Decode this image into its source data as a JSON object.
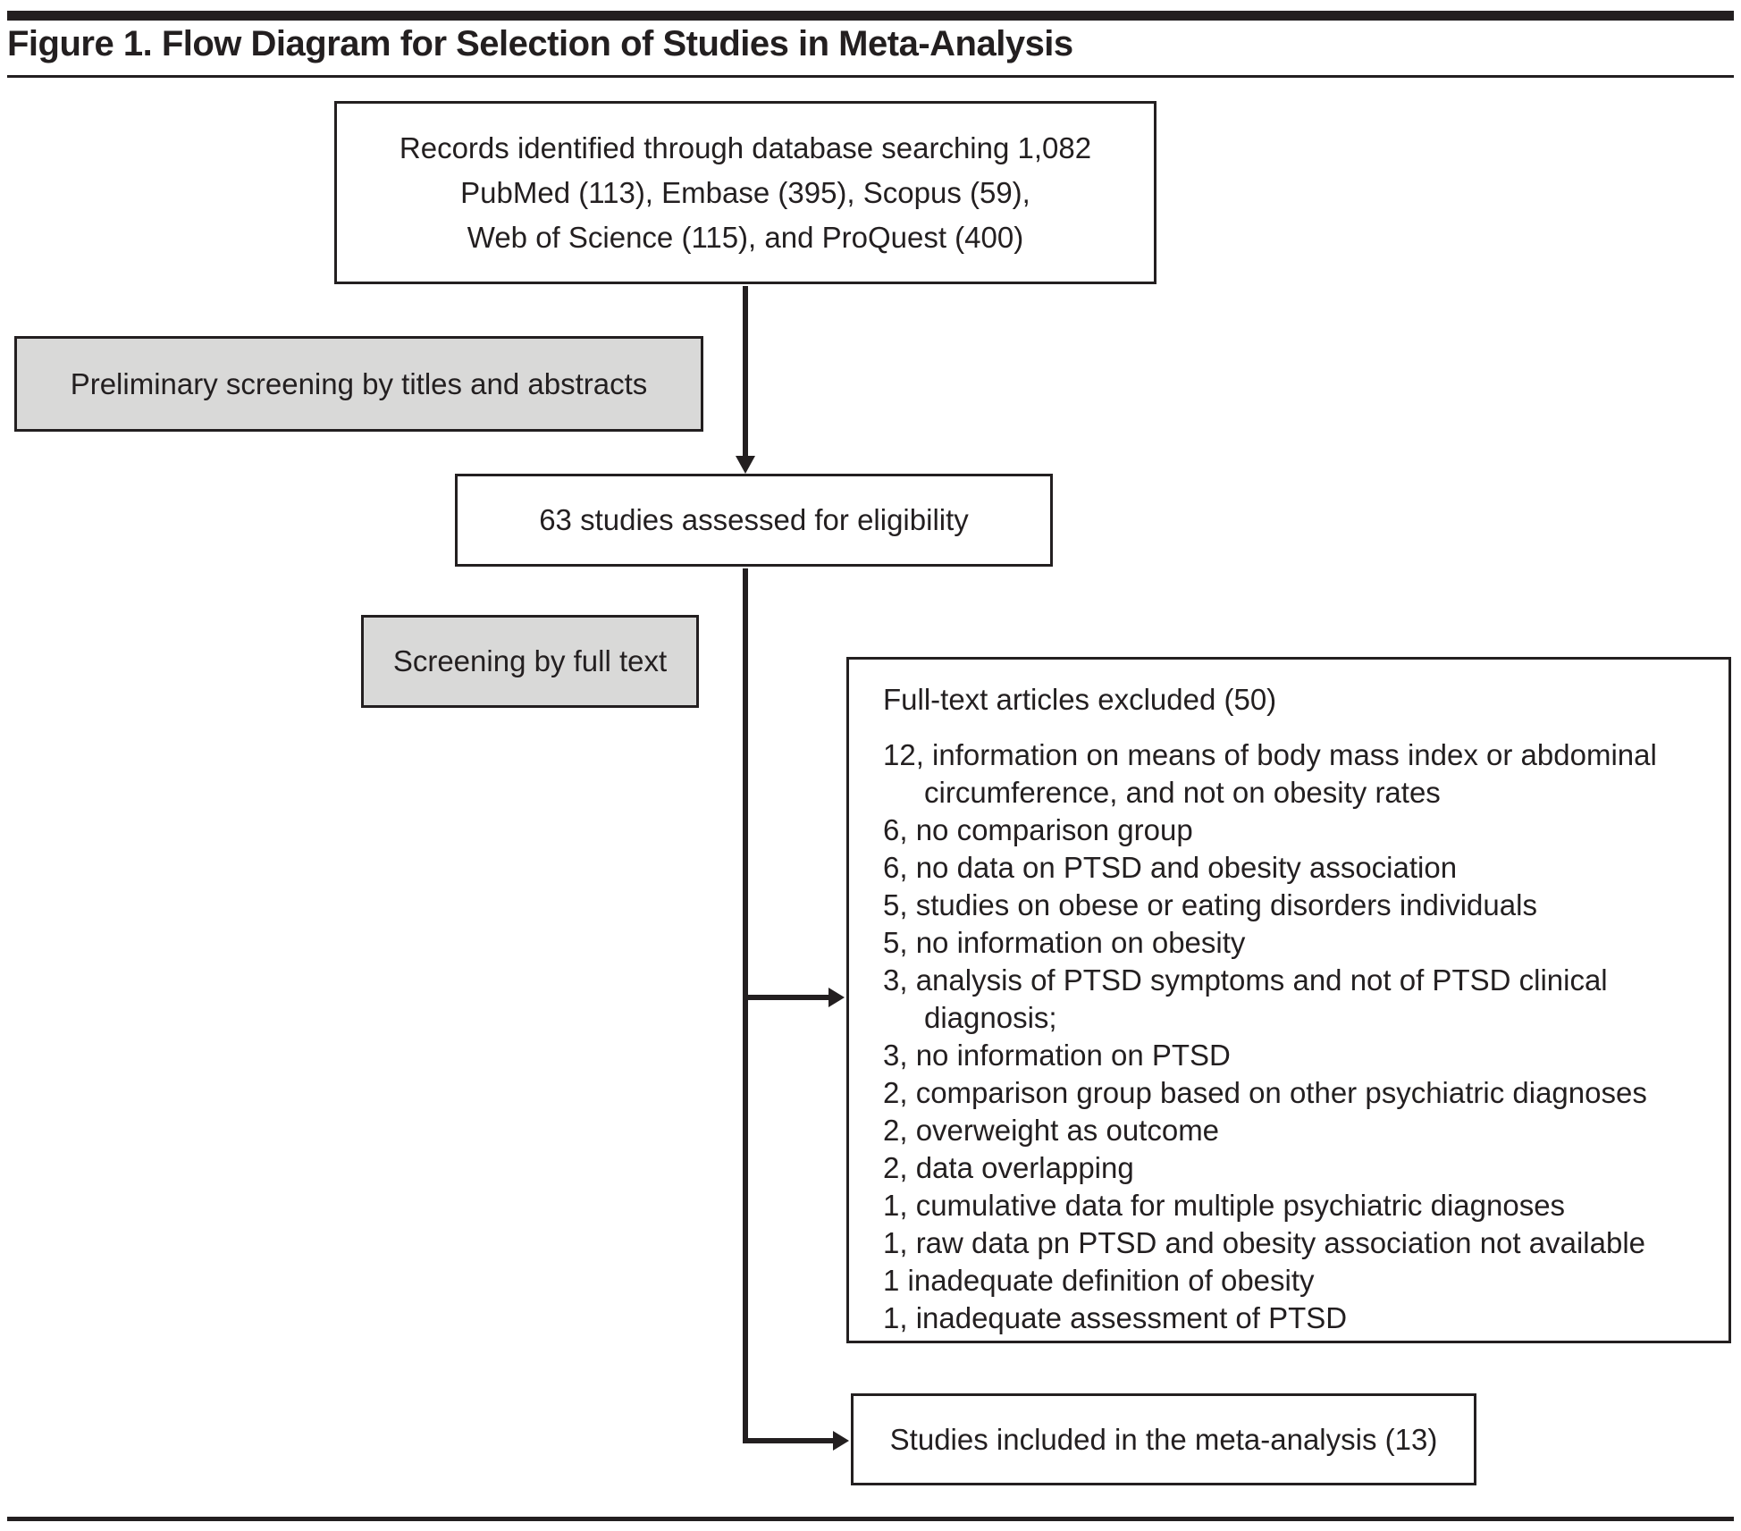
{
  "figure": {
    "title": "Figure 1. Flow Diagram for Selection of Studies in Meta-Analysis"
  },
  "colors": {
    "ink": "#231f20",
    "screening_box_fill": "#d9d9d8",
    "node_box_fill": "#ffffff"
  },
  "nodes": {
    "records": {
      "lines": [
        "Records identified through database searching 1,082",
        "PubMed (113), Embase (395), Scopus (59),",
        "Web of Science (115), and ProQuest (400)"
      ]
    },
    "preliminary_screening": {
      "label": "Preliminary screening by titles and abstracts"
    },
    "assessed": {
      "label": "63 studies assessed for eligibility"
    },
    "full_text_screening": {
      "label": "Screening by full text"
    },
    "excluded": {
      "header": "Full-text articles excluded (50)",
      "items": [
        "12, information on means of body mass index or abdominal circumference, and not on obesity rates",
        "6, no comparison group",
        "6, no data on PTSD and obesity association",
        "5, studies on obese or eating disorders individuals",
        "5, no information on obesity",
        "3, analysis of PTSD symptoms and not of PTSD clinical diagnosis;",
        "3, no information on PTSD",
        "2, comparison group based on other psychiatric diagnoses",
        "2, overweight as outcome",
        "2, data overlapping",
        "1, cumulative data for multiple psychiatric diagnoses",
        "1, raw data pn PTSD and obesity association not available",
        "1 inadequate definition of obesity",
        "1, inadequate assessment of PTSD"
      ]
    },
    "included": {
      "label": "Studies included in the meta-analysis (13)"
    }
  }
}
